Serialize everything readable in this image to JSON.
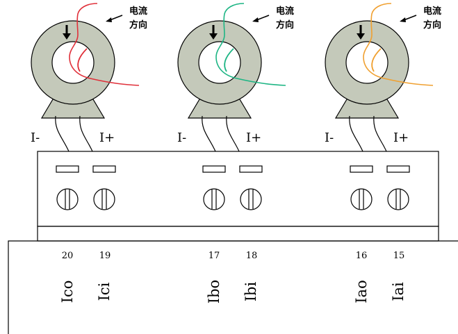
{
  "direction_label": {
    "line1": "电流",
    "line2": "方向"
  },
  "sensors": [
    {
      "id": "c",
      "wire_color": "#e0303a",
      "lead_minus": "I-",
      "lead_plus": "I+",
      "left_pin": "20",
      "right_pin": "19",
      "left_label": "Ico",
      "right_label": "Ici"
    },
    {
      "id": "b",
      "wire_color": "#1db584",
      "lead_minus": "I-",
      "lead_plus": "I+",
      "left_pin": "17",
      "right_pin": "18",
      "left_label": "Ibo",
      "right_label": "Ibi"
    },
    {
      "id": "a",
      "wire_color": "#f0a030",
      "lead_minus": "I-",
      "lead_plus": "I+",
      "left_pin": "16",
      "right_pin": "15",
      "left_label": "Iao",
      "right_label": "Iai"
    }
  ],
  "colors": {
    "sensor_fill": "#c4c9ba",
    "stroke": "#000000",
    "background": "#ffffff"
  }
}
